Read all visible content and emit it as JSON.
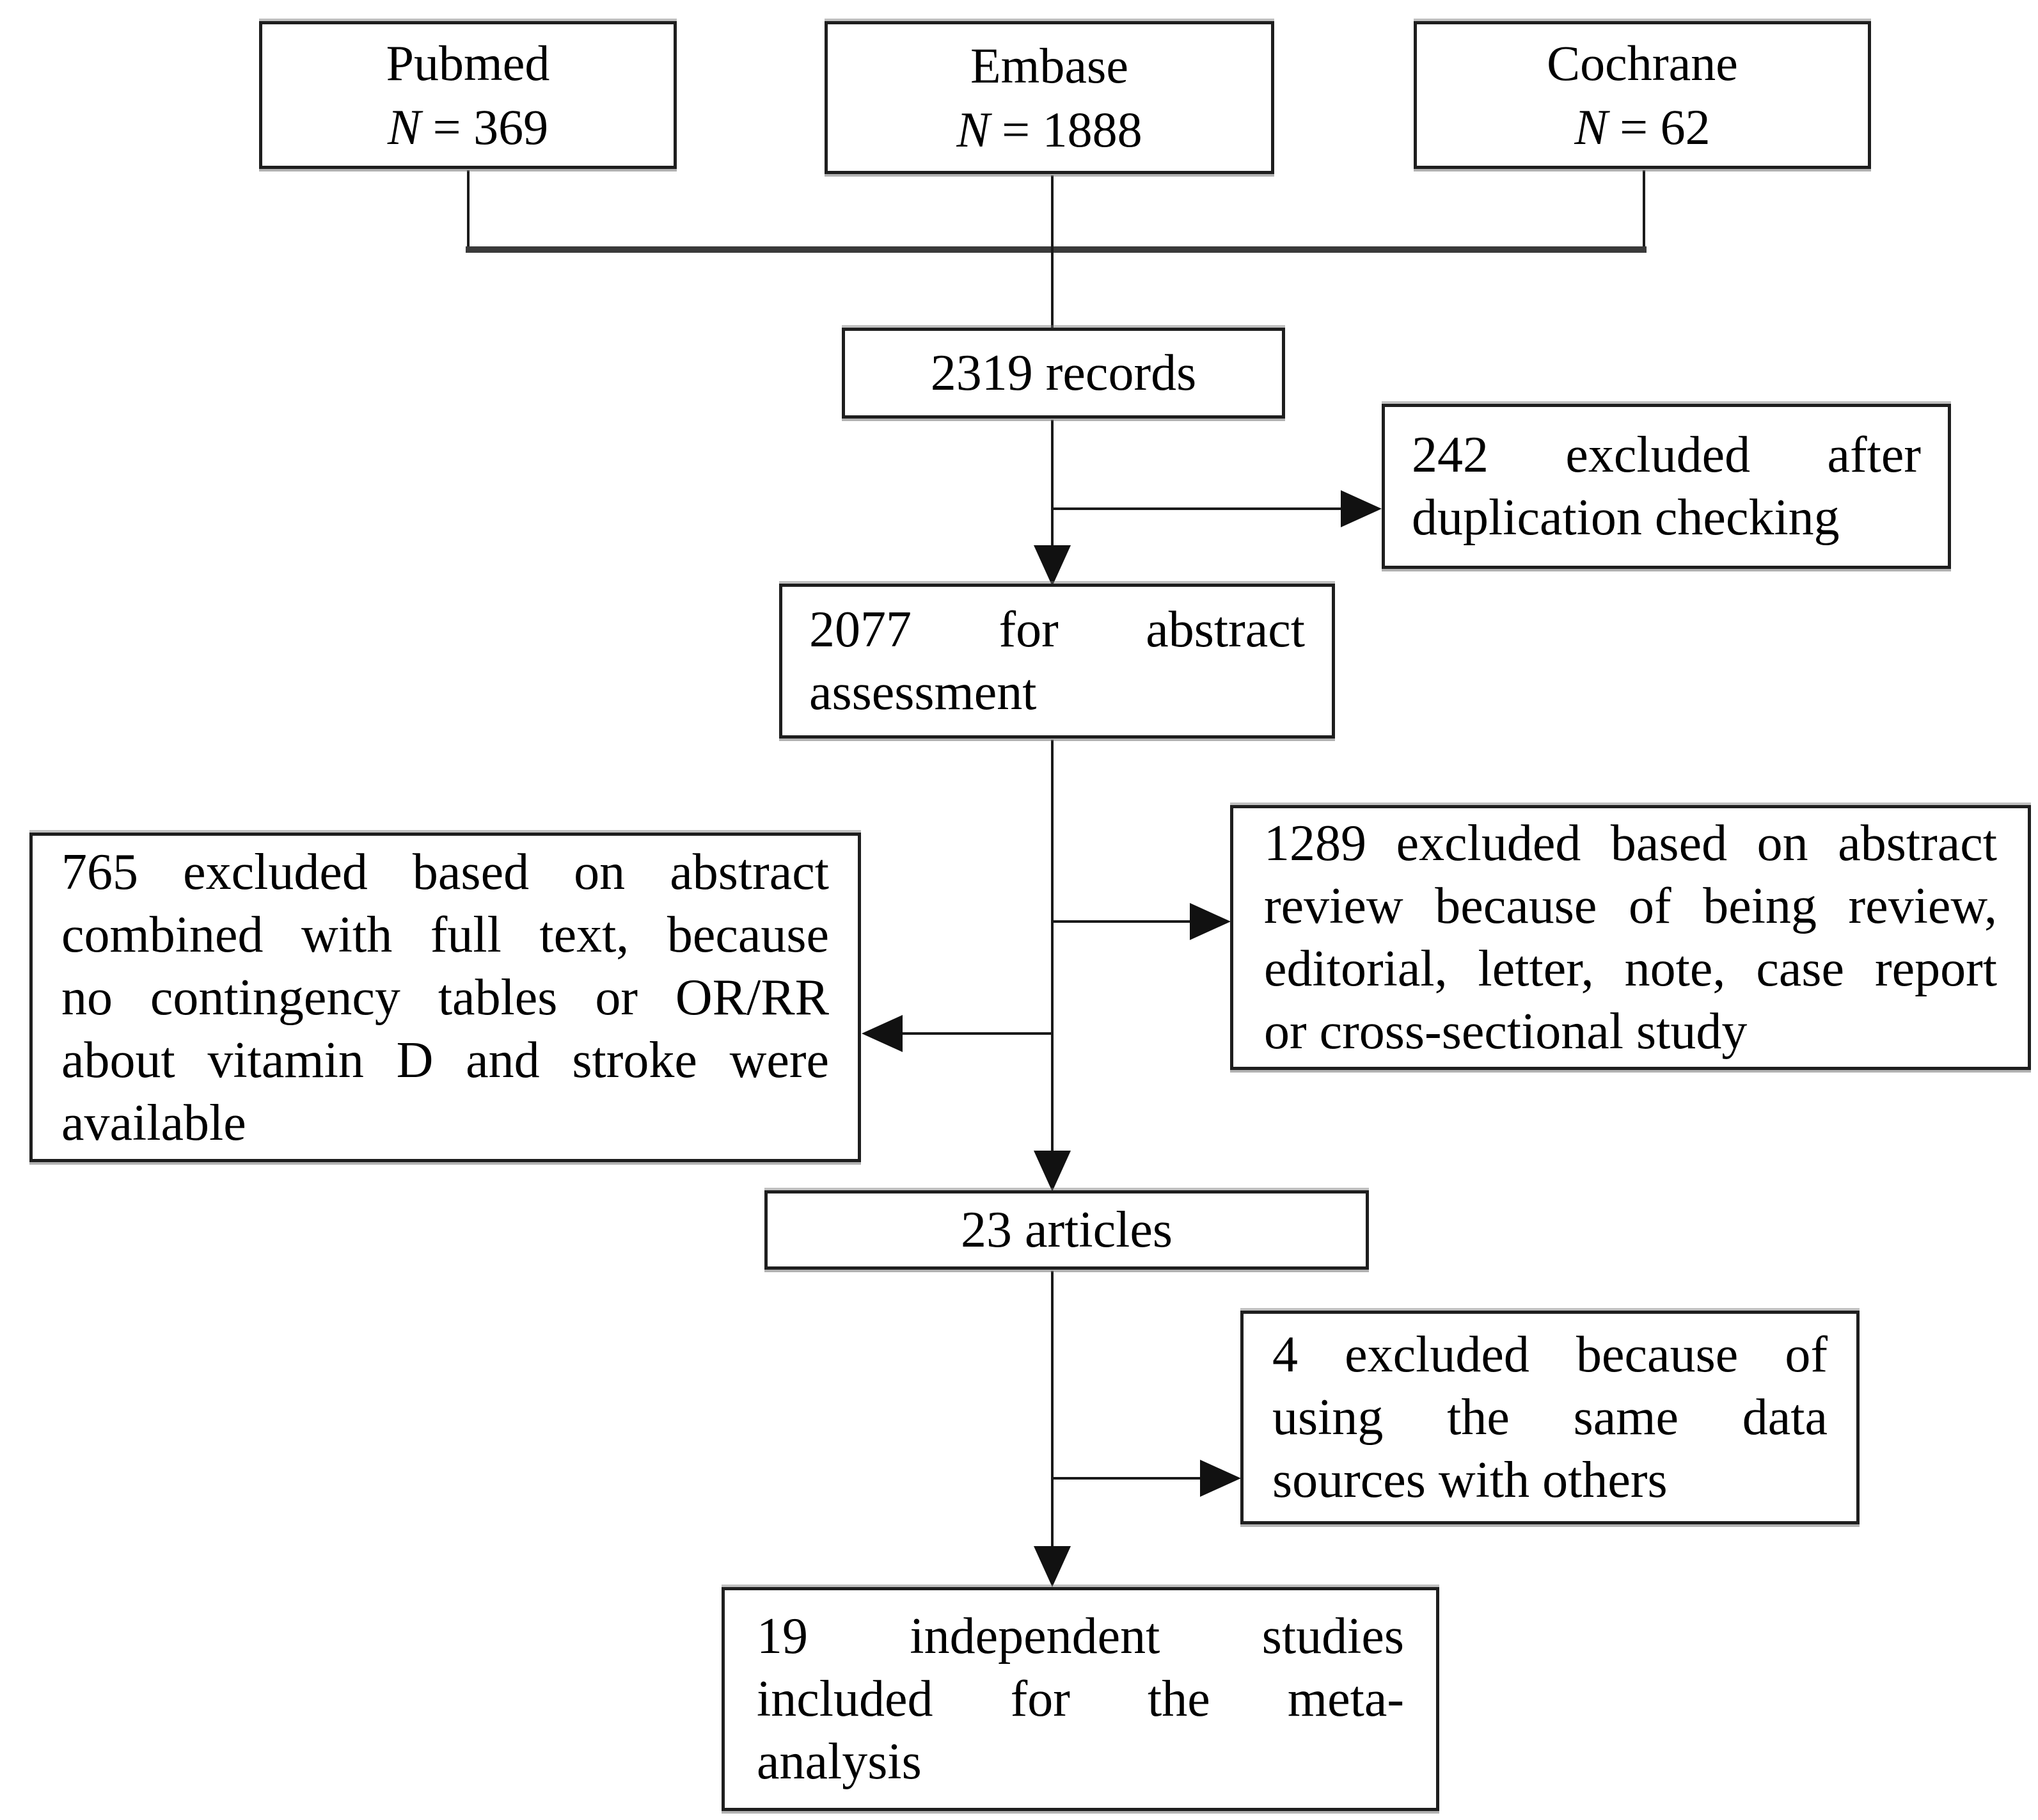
{
  "figure": {
    "background_color": "#ffffff",
    "line_color": "#1a1a1a",
    "text_color": "#000000"
  },
  "sources": [
    {
      "label": "Pubmed",
      "n_symbol": "N",
      "n_value": "= 369"
    },
    {
      "label": "Embase",
      "n_symbol": "N",
      "n_value": "= 1888"
    },
    {
      "label": "Cochrane",
      "n_symbol": "N",
      "n_value": "= 62"
    }
  ],
  "nodes": {
    "records": {
      "text": "2319 records"
    },
    "dedup_excluded": {
      "lines": [
        "242 excluded after",
        "duplication checking"
      ]
    },
    "abstract_assessment": {
      "lines": [
        "2077 for abstract",
        "assessment"
      ]
    },
    "fulltext_excluded": {
      "lines": [
        "765 excluded based on abstract",
        "combined with full text, because",
        "no contingency tables or OR/RR",
        "about vitamin D and stroke were",
        "available"
      ]
    },
    "abstract_excluded": {
      "lines": [
        "1289 excluded based on abstract",
        "review because of being review,",
        "editorial, letter, note, case report",
        "or cross-sectional study"
      ]
    },
    "articles": {
      "text": "23 articles"
    },
    "same_data_excluded": {
      "lines": [
        "4 excluded because of",
        "using the same data",
        "sources with others"
      ]
    },
    "included_studies": {
      "lines": [
        "19 independent studies",
        "included for the meta-",
        "analysis"
      ]
    }
  }
}
